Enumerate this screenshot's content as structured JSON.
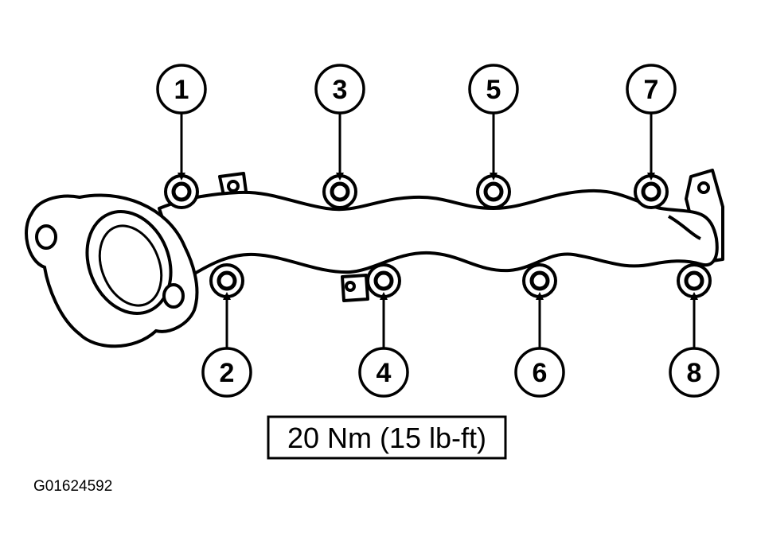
{
  "figure_id": "G01624592",
  "torque_spec": "20 Nm (15 lb-ft)",
  "callouts": [
    {
      "number": "1",
      "row": "top"
    },
    {
      "number": "2",
      "row": "bottom"
    },
    {
      "number": "3",
      "row": "top"
    },
    {
      "number": "4",
      "row": "bottom"
    },
    {
      "number": "5",
      "row": "top"
    },
    {
      "number": "6",
      "row": "bottom"
    },
    {
      "number": "7",
      "row": "top"
    },
    {
      "number": "8",
      "row": "bottom"
    }
  ],
  "colors": {
    "ink": "#000000",
    "background": "#ffffff"
  }
}
